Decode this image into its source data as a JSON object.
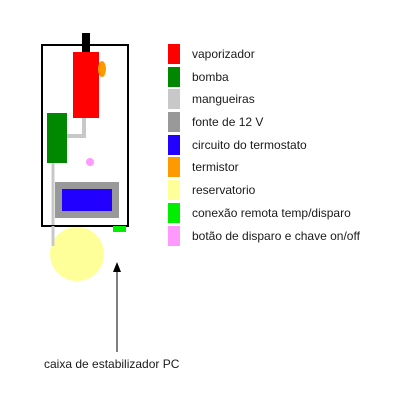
{
  "colors": {
    "outline": "#000000",
    "vaporizador": "#ff0000",
    "bomba": "#008800",
    "mangueiras": "#c8c8c8",
    "fonte_12v": "#999999",
    "circuito_termostato": "#2200ff",
    "termistor": "#ff9900",
    "reservatorio": "#ffff99",
    "conexao_remota": "#00ee00",
    "botao_disparo": "#ff99ff"
  },
  "legend": [
    {
      "label": "vaporizador",
      "color": "#ff0000"
    },
    {
      "label": "bomba",
      "color": "#008800"
    },
    {
      "label": "mangueiras",
      "color": "#c8c8c8"
    },
    {
      "label": "fonte de 12 V",
      "color": "#999999"
    },
    {
      "label": "circuito do termostato",
      "color": "#2200ff"
    },
    {
      "label": "termistor",
      "color": "#ff9900"
    },
    {
      "label": "reservatorio",
      "color": "#ffff99"
    },
    {
      "label": "conexão remota temp/disparo",
      "color": "#00ee00"
    },
    {
      "label": "botão de disparo e chave on/off",
      "color": "#ff99ff"
    }
  ],
  "caption": "caixa de estabilizador PC"
}
